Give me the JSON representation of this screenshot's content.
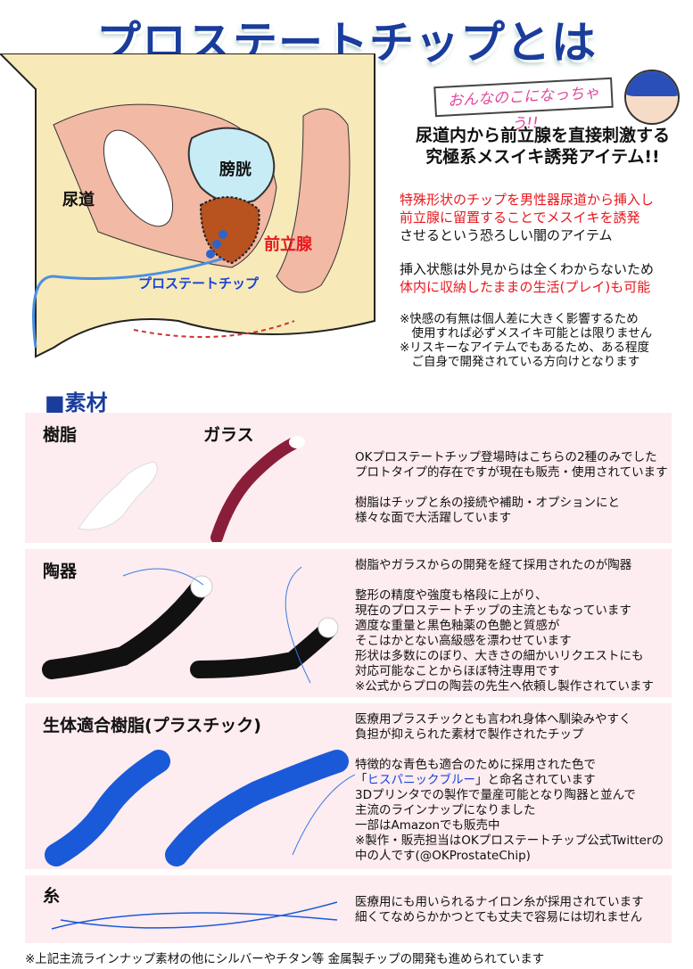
{
  "title": "プロステートチップとは",
  "diagram": {
    "labels": {
      "bladder": "膀胱",
      "urethra": "尿道",
      "prostate": "前立腺",
      "chip": "プロステートチップ"
    }
  },
  "bubble": "おんなのこになっちゃう!!",
  "headline": [
    "尿道内から前立腺を直接刺激する",
    "究極系メスイキ誘発アイテム!!"
  ],
  "intro": {
    "red1": "特殊形状のチップを男性器尿道から挿入し",
    "red2": "前立腺に留置することでメスイキを誘発",
    "black1": "させるという恐ろしい闇のアイテム",
    "black2": "挿入状態は外見からは全くわからないため",
    "red3": "体内に収納したままの生活(プレイ)も可能"
  },
  "notes": "※快感の有無は個人差に大きく影響するため\n　使用すれば必ずメスイキ可能とは限りません\n※リスキーなアイテムでもあるため、ある程度\n　ご自身で開発されている方向けとなります",
  "section_title": "■素材",
  "materials": [
    {
      "titles": [
        "樹脂",
        "ガラス"
      ],
      "lines": [
        "OKプロステートチップ登場時はこちらの2種のみでした",
        "プロトタイプ的存在ですが現在も販売・使用されています",
        "",
        "樹脂はチップと糸の接続や補助・オプションにと",
        "様々な面で大活躍しています"
      ]
    },
    {
      "titles": [
        "陶器"
      ],
      "lines": [
        "樹脂やガラスからの開発を経て採用されたのが陶器",
        "",
        "整形の精度や強度も格段に上がり、",
        "現在のプロステートチップの主流ともなっています",
        "適度な重量と黒色釉薬の色艶と質感が",
        "そこはかとない高級感を漂わせています",
        "形状は多数にのぼり、大きさの細かいリクエストにも",
        "対応可能なことからほぼ特注専用です",
        "※公式からプロの陶芸の先生へ依頼し製作されています"
      ]
    },
    {
      "titles": [
        "生体適合樹脂(プラスチック)"
      ],
      "lines": [
        "医療用プラスチックとも言われ身体へ馴染みやすく",
        "負担が抑えられた素材で製作されたチップ",
        "",
        "特徴的な青色も適合のために採用された色で"
      ],
      "quote_open": "「",
      "highlight": "ヒスパニックブルー",
      "quote_rest": "」と命名されています",
      "lines2": [
        "3Dプリンタでの製作で量産可能となり陶器と並んで",
        "主流のラインナップになりました",
        "一部はAmazonでも販売中",
        "※製作・販売担当はOKプロステートチップ公式Twitterの",
        "中の人です(@OKProstateChip)"
      ]
    },
    {
      "titles": [
        "糸"
      ],
      "lines": [
        "医療用にも用いられるナイロン糸が採用されています",
        "細くてなめらかかつとても丈夫で容易には切れません"
      ]
    }
  ],
  "footer": "※上記主流ラインナップ素材の他にシルバーやチタン等 金属製チップの開発も進められています",
  "colors": {
    "title": "#1a3d9c",
    "red": "#e8171e",
    "panel": "#fdecf0",
    "accent_blue": "#1a44d8"
  }
}
